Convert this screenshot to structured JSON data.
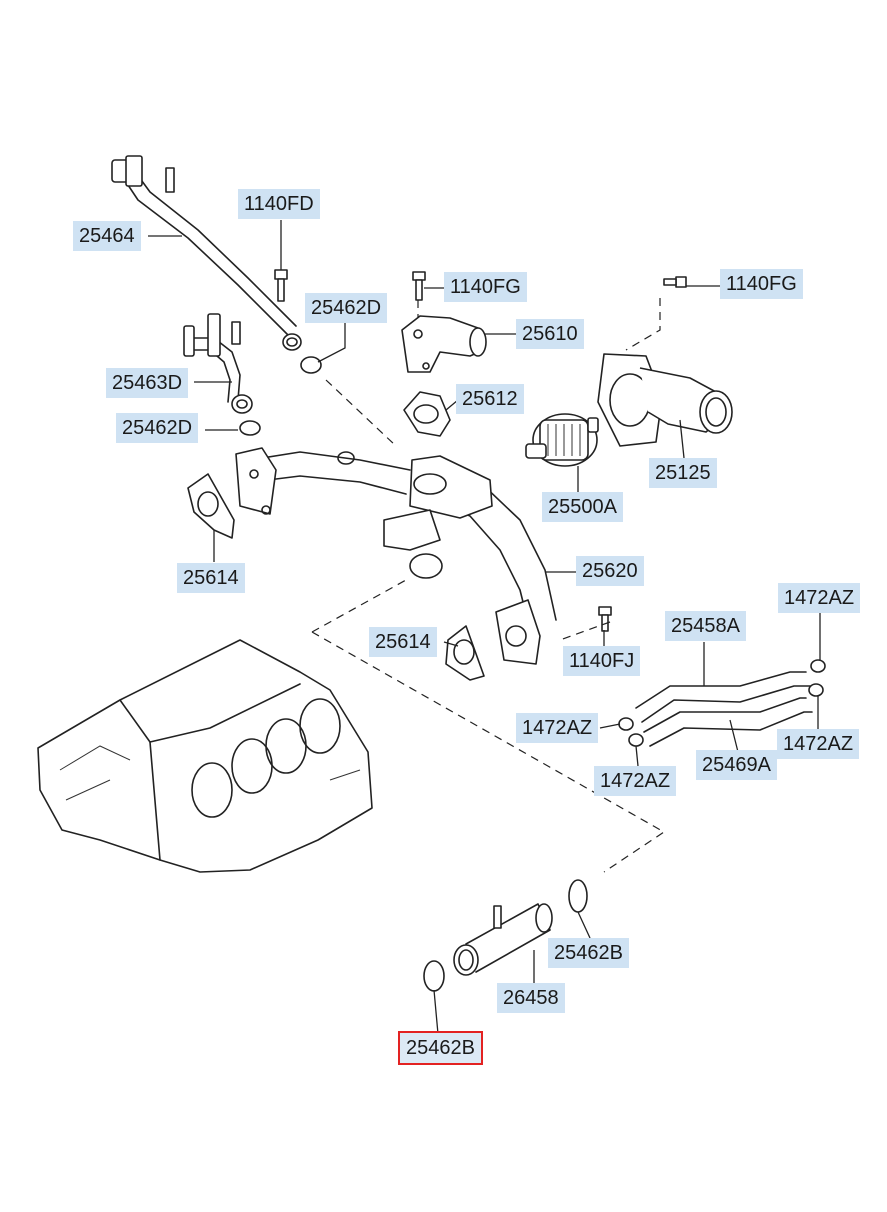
{
  "diagram": {
    "highlight_color": "#e32222",
    "label_bg_color": "#cfe2f3",
    "labels": {
      "l_1140fd": "1140FD",
      "l_25464": "25464",
      "l_1140fg_a": "1140FG",
      "l_1140fg_b": "1140FG",
      "l_25462d_a": "25462D",
      "l_25610": "25610",
      "l_25463d": "25463D",
      "l_25612": "25612",
      "l_25462d_b": "25462D",
      "l_25125": "25125",
      "l_25500a": "25500A",
      "l_25614_a": "25614",
      "l_25620": "25620",
      "l_1472az_a": "1472AZ",
      "l_25458a": "25458A",
      "l_25614_b": "25614",
      "l_1140fj": "1140FJ",
      "l_1472az_b": "1472AZ",
      "l_1472az_c": "1472AZ",
      "l_25469a": "25469A",
      "l_1472az_d": "1472AZ",
      "l_25462b_a": "25462B",
      "l_26458": "26458",
      "l_25462b_b": "25462B"
    }
  }
}
